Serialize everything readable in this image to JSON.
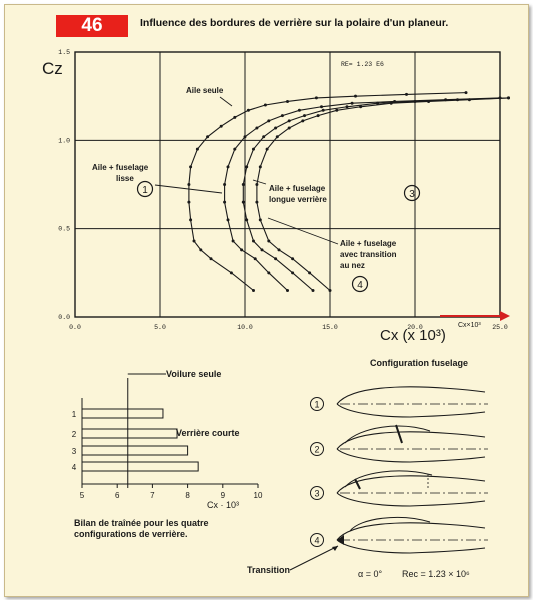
{
  "figure": {
    "number": "46",
    "title": "Influence des bordures de verrière sur la polaire d'un planeur."
  },
  "chart_data": [
    {
      "type": "line",
      "title": "",
      "xlabel": "Cx (x 10³)",
      "xlabel_small": "Cx×10³",
      "ylabel": "Cz",
      "xlim": [
        0,
        25
      ],
      "ylim": [
        0,
        1.5
      ],
      "x_ticks": [
        "0.0",
        "5.0",
        "10.0",
        "15.0",
        "20.0",
        "25.0"
      ],
      "y_ticks": [
        "0.0",
        "0.5",
        "1.0",
        "1.5"
      ],
      "grid": true,
      "reynolds_label": "RE= 1.23 E6",
      "series": [
        {
          "name": "Aile seule",
          "marker": "1",
          "x": [
            10.5,
            9.2,
            8.0,
            7.4,
            7.0,
            6.8,
            6.7,
            6.7,
            6.8,
            7.2,
            7.8,
            8.6,
            9.4,
            10.2,
            11.2,
            12.5,
            14.2,
            16.5,
            19.5,
            23.0
          ],
          "y": [
            0.15,
            0.25,
            0.33,
            0.38,
            0.43,
            0.55,
            0.65,
            0.75,
            0.85,
            0.95,
            1.02,
            1.08,
            1.13,
            1.17,
            1.2,
            1.22,
            1.24,
            1.25,
            1.26,
            1.27
          ]
        },
        {
          "name": "Aile + fuselage lisse",
          "marker": "2",
          "x": [
            12.5,
            11.4,
            10.6,
            9.8,
            9.3,
            9.0,
            8.8,
            8.8,
            9.0,
            9.4,
            10.0,
            10.7,
            11.4,
            12.2,
            13.2,
            14.5,
            16.3,
            18.8,
            21.8,
            25.0
          ],
          "y": [
            0.15,
            0.25,
            0.33,
            0.38,
            0.43,
            0.55,
            0.65,
            0.75,
            0.85,
            0.95,
            1.02,
            1.07,
            1.11,
            1.14,
            1.17,
            1.19,
            1.21,
            1.22,
            1.23,
            1.24
          ]
        },
        {
          "name": "Aile + fuselage longue verrière",
          "marker": "3",
          "x": [
            14.0,
            12.8,
            11.8,
            11.0,
            10.5,
            10.1,
            9.9,
            9.9,
            10.1,
            10.5,
            11.1,
            11.8,
            12.6,
            13.5,
            14.6,
            16.0,
            17.8,
            20.0,
            22.5,
            25.5
          ],
          "y": [
            0.15,
            0.25,
            0.33,
            0.38,
            0.43,
            0.55,
            0.65,
            0.75,
            0.85,
            0.95,
            1.02,
            1.07,
            1.11,
            1.14,
            1.17,
            1.19,
            1.21,
            1.22,
            1.23,
            1.24
          ]
        },
        {
          "name": "Aile + fuselage avec transition au nez",
          "marker": "4",
          "x": [
            15.0,
            13.8,
            12.8,
            12.0,
            11.4,
            10.9,
            10.7,
            10.7,
            10.9,
            11.3,
            11.9,
            12.6,
            13.4,
            14.3,
            15.4,
            16.8,
            18.6,
            20.8,
            23.2,
            26.0
          ],
          "y": [
            0.15,
            0.25,
            0.33,
            0.38,
            0.43,
            0.55,
            0.65,
            0.75,
            0.85,
            0.95,
            1.02,
            1.07,
            1.11,
            1.14,
            1.17,
            1.19,
            1.21,
            1.22,
            1.23,
            1.24
          ]
        }
      ],
      "annotations": {
        "aile_seule": "Aile seule",
        "fuselage_lisse_1": "Aile + fuselage",
        "fuselage_lisse_2": "lisse",
        "longue_verriere_1": "Aile + fuselage",
        "longue_verriere_2": "longue verrière",
        "transition_1": "Aile + fuselage",
        "transition_2": "avec transition",
        "transition_3": "au nez",
        "marker_1": "1",
        "marker_3": "3",
        "marker_4": "4"
      }
    },
    {
      "type": "bar",
      "title": "",
      "xlabel": "Cx · 10³",
      "xlim": [
        5,
        10
      ],
      "x_ticks": [
        "5",
        "6",
        "7",
        "8",
        "9",
        "10"
      ],
      "categories": [
        "1",
        "2",
        "3",
        "4"
      ],
      "values": [
        7.3,
        7.7,
        8.0,
        8.3
      ],
      "reference_value": 6.3,
      "reference_label": "Voilure seule",
      "bar_label": "Verrière courte",
      "caption_1": "Bilan de traînée pour les quatre",
      "caption_2": "configurations de verrière."
    }
  ],
  "configurations": {
    "heading": "Configuration fuselage",
    "items": [
      "1",
      "2",
      "3",
      "4"
    ],
    "transition_label": "Transition",
    "alpha_label": "α = 0°",
    "reynolds_label": "Rec = 1.23 × 10⁶"
  },
  "colors": {
    "badge": "#e8211b",
    "paper": "#fbf5d8",
    "ink": "#1a1a1a",
    "arrow": "#d42020"
  }
}
